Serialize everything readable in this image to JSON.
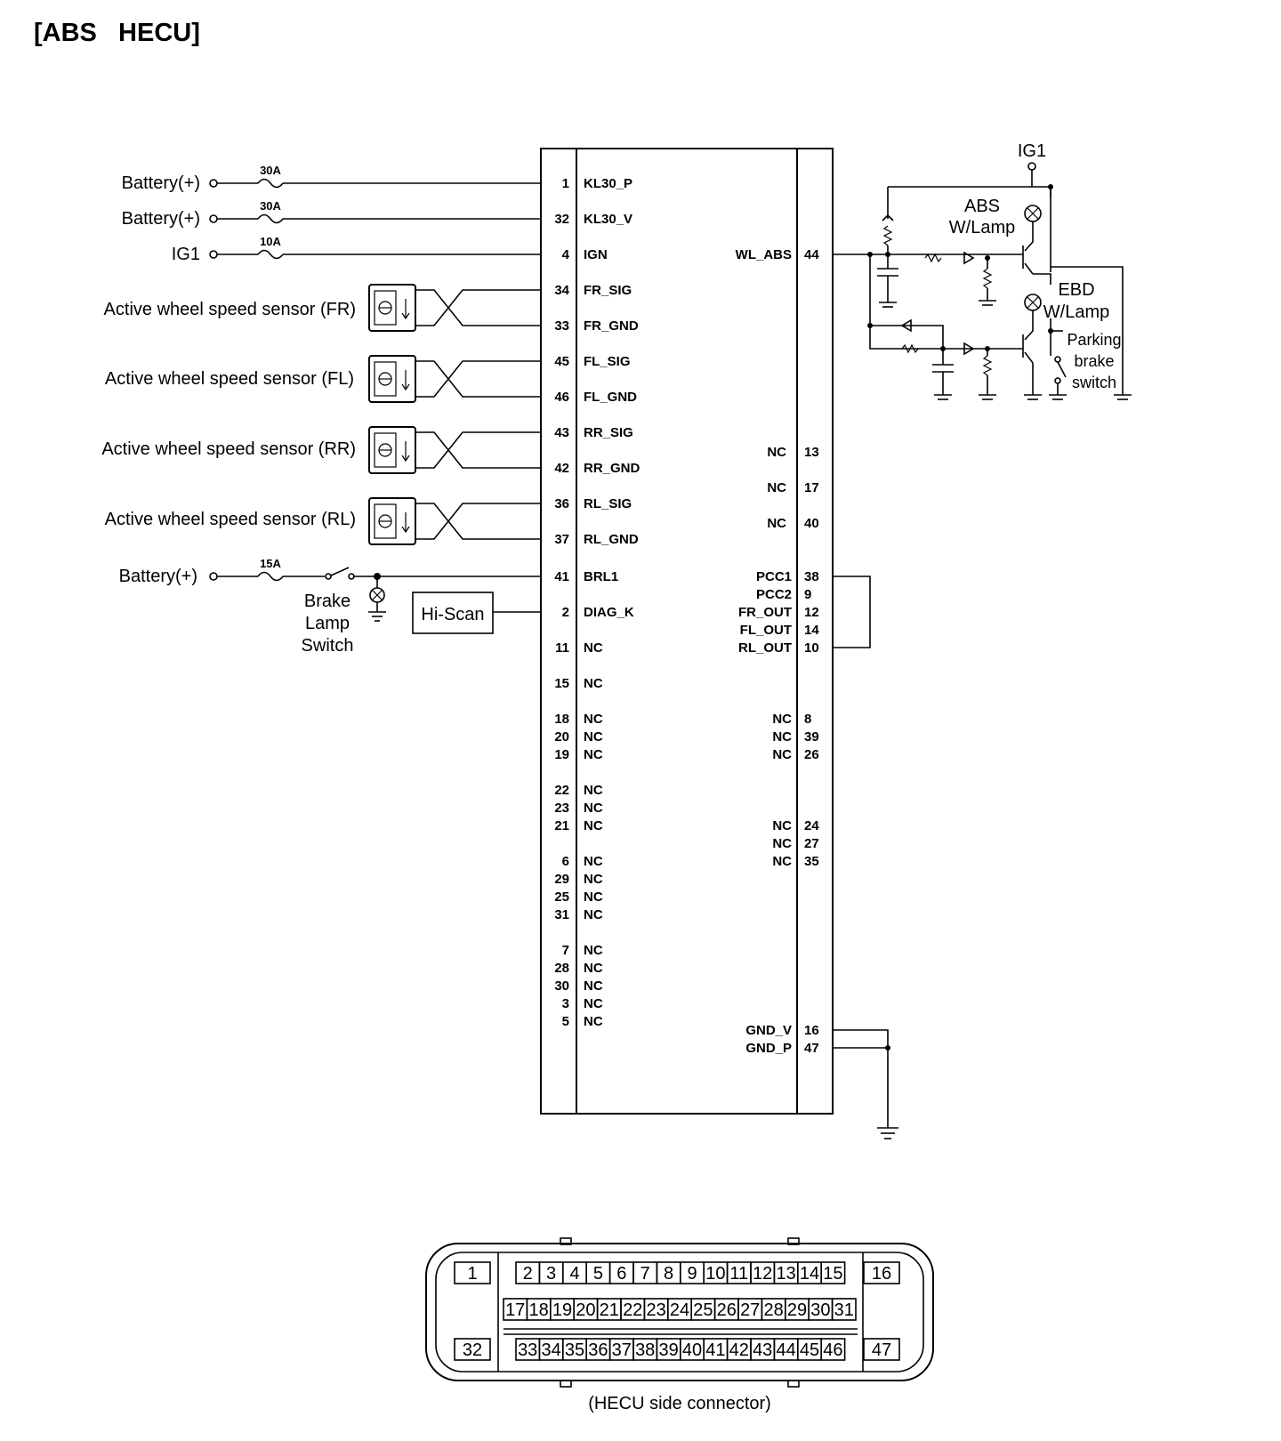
{
  "title": "[ABS   HECU]",
  "inputs": [
    {
      "label": "Battery(+)",
      "fuse": "30A",
      "pin": "1",
      "signal": "KL30_P"
    },
    {
      "label": "Battery(+)",
      "fuse": "30A",
      "pin": "32",
      "signal": "KL30_V"
    },
    {
      "label": "IG1",
      "fuse": "10A",
      "pin": "4",
      "signal": "IGN"
    }
  ],
  "sensors": [
    {
      "label": "Active wheel speed sensor (FR)",
      "sig_pin": "34",
      "sig": "FR_SIG",
      "gnd_pin": "33",
      "gnd": "FR_GND"
    },
    {
      "label": "Active wheel speed sensor (FL)",
      "sig_pin": "45",
      "sig": "FL_SIG",
      "gnd_pin": "46",
      "gnd": "FL_GND"
    },
    {
      "label": "Active wheel speed sensor (RR)",
      "sig_pin": "43",
      "sig": "RR_SIG",
      "gnd_pin": "42",
      "gnd": "RR_GND"
    },
    {
      "label": "Active wheel speed sensor (RL)",
      "sig_pin": "36",
      "sig": "RL_SIG",
      "gnd_pin": "37",
      "gnd": "RL_GND"
    }
  ],
  "brake": {
    "label": "Battery(+)",
    "fuse": "15A",
    "pin": "41",
    "signal": "BRL1",
    "switch_lines": [
      "Brake",
      "Lamp",
      "Switch"
    ]
  },
  "diag": {
    "tool": "Hi-Scan",
    "pin": "2",
    "signal": "DIAG_K"
  },
  "left_nc": [
    {
      "pin": "11",
      "signal": "NC"
    },
    {
      "pin": "15",
      "signal": "NC"
    },
    {
      "pin": "18",
      "signal": "NC"
    },
    {
      "pin": "20",
      "signal": "NC"
    },
    {
      "pin": "19",
      "signal": "NC"
    },
    {
      "pin": "22",
      "signal": "NC"
    },
    {
      "pin": "23",
      "signal": "NC"
    },
    {
      "pin": "21",
      "signal": "NC"
    },
    {
      "pin": "6",
      "signal": "NC"
    },
    {
      "pin": "29",
      "signal": "NC"
    },
    {
      "pin": "25",
      "signal": "NC"
    },
    {
      "pin": "31",
      "signal": "NC"
    },
    {
      "pin": "7",
      "signal": "NC"
    },
    {
      "pin": "28",
      "signal": "NC"
    },
    {
      "pin": "30",
      "signal": "NC"
    },
    {
      "pin": "3",
      "signal": "NC"
    },
    {
      "pin": "5",
      "signal": "NC"
    }
  ],
  "right_pins": [
    {
      "pin": "44",
      "signal": "WL_ABS"
    },
    {
      "pin": "13",
      "signal": "NC"
    },
    {
      "pin": "17",
      "signal": "NC"
    },
    {
      "pin": "40",
      "signal": "NC"
    },
    {
      "pin": "38",
      "signal": "PCC1"
    },
    {
      "pin": "9",
      "signal": "PCC2"
    },
    {
      "pin": "12",
      "signal": "FR_OUT"
    },
    {
      "pin": "14",
      "signal": "FL_OUT"
    },
    {
      "pin": "10",
      "signal": "RL_OUT"
    },
    {
      "pin": "8",
      "signal": "NC"
    },
    {
      "pin": "39",
      "signal": "NC"
    },
    {
      "pin": "26",
      "signal": "NC"
    },
    {
      "pin": "24",
      "signal": "NC"
    },
    {
      "pin": "27",
      "signal": "NC"
    },
    {
      "pin": "35",
      "signal": "NC"
    },
    {
      "pin": "16",
      "signal": "GND_V"
    },
    {
      "pin": "47",
      "signal": "GND_P"
    }
  ],
  "lamp_circuit": {
    "supply": "IG1",
    "abs_lamp": [
      "ABS",
      "W/Lamp"
    ],
    "ebd_lamp": [
      "EBD",
      "W/Lamp"
    ],
    "parking_switch": [
      "Parking",
      "brake",
      "switch"
    ]
  },
  "connector": {
    "caption": "(HECU side connector)",
    "big_pins": [
      "1",
      "16",
      "32",
      "47"
    ],
    "row1": [
      "2",
      "3",
      "4",
      "5",
      "6",
      "7",
      "8",
      "9",
      "10",
      "11",
      "12",
      "13",
      "14",
      "15"
    ],
    "row2": [
      "17",
      "18",
      "19",
      "20",
      "21",
      "22",
      "23",
      "24",
      "25",
      "26",
      "27",
      "28",
      "29",
      "30",
      "31"
    ],
    "row3": [
      "33",
      "34",
      "35",
      "36",
      "37",
      "38",
      "39",
      "40",
      "41",
      "42",
      "43",
      "44",
      "45",
      "46"
    ]
  }
}
